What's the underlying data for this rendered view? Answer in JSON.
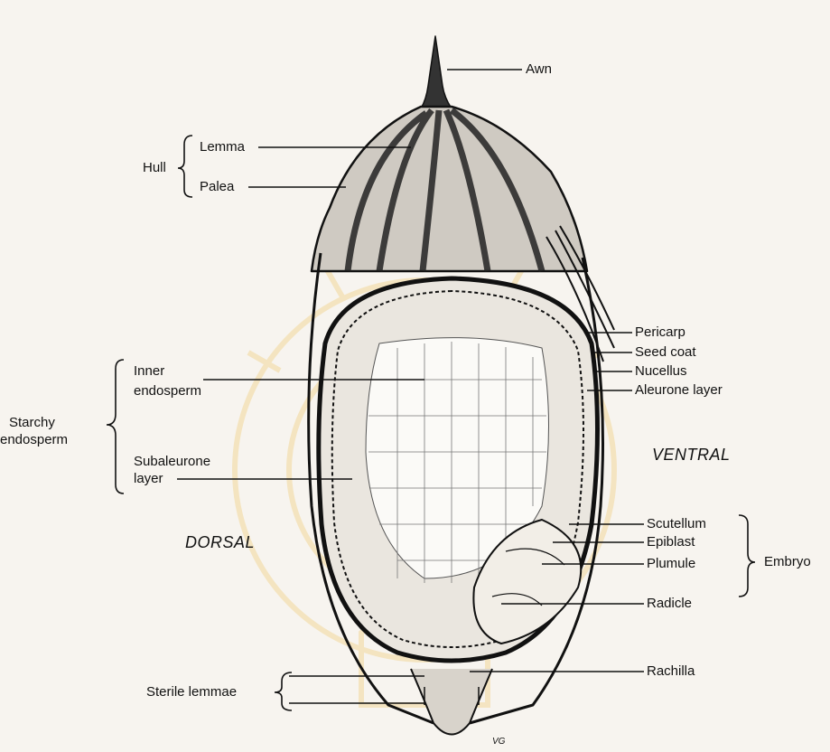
{
  "labels": {
    "awn": "Awn",
    "hull": "Hull",
    "lemma": "Lemma",
    "palea": "Palea",
    "pericarp": "Pericarp",
    "seed_coat": "Seed coat",
    "nucellus": "Nucellus",
    "aleurone_layer": "Aleurone layer",
    "inner_endosperm_1": "Inner",
    "inner_endosperm_2": "endosperm",
    "starchy_endosperm_1": "Starchy",
    "starchy_endosperm_2": "endosperm",
    "subaleurone_1": "Subaleurone",
    "subaleurone_2": "layer",
    "ventral": "VENTRAL",
    "dorsal": "DORSAL",
    "scutellum": "Scutellum",
    "epiblast": "Epiblast",
    "plumule": "Plumule",
    "radicle": "Radicle",
    "embryo": "Embryo",
    "rachilla": "Rachilla",
    "sterile_lemmae": "Sterile lemmae",
    "signature": "VG"
  },
  "colors": {
    "background": "#f7f4ef",
    "ink": "#111111",
    "watermark": "#f2d79a"
  }
}
